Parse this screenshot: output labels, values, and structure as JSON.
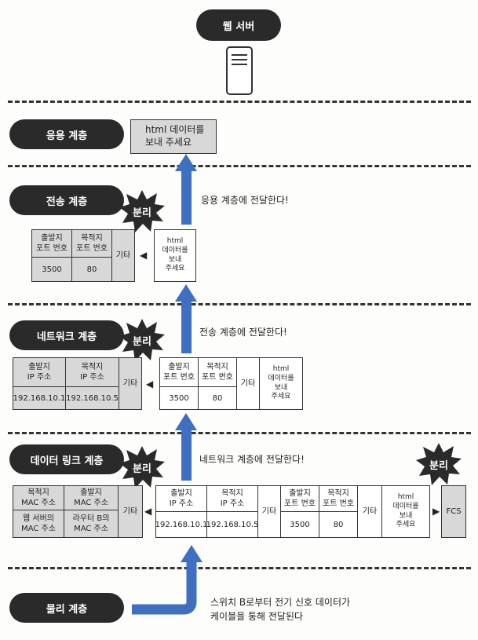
{
  "web_server": "웹 서버",
  "layers": {
    "application": "응용 계층",
    "transport": "전송 계층",
    "network": "네트워크 계층",
    "datalink": "데이터 링크 계층",
    "physical": "물리 계층"
  },
  "separate": "분리",
  "app_message": {
    "line1": "html 데이터를",
    "line2": "보내 주세요"
  },
  "notes": {
    "to_application": "응용 계층에 전달한다!",
    "to_transport": "전송 계층에 전달한다!",
    "to_network": "네트워크 계층에 전달한다!",
    "physical_line1": "스위치 B로부터 전기 신호 데이터가",
    "physical_line2": "케이블을 통해 전달된다"
  },
  "fields": {
    "src_port_1": "출발지",
    "src_port_2": "포트 번호",
    "dst_port_1": "목적지",
    "dst_port_2": "포트 번호",
    "src_ip_1": "출발지",
    "src_ip_2": "IP 주소",
    "dst_ip_1": "목적지",
    "dst_ip_2": "IP 주소",
    "dst_mac_1": "목적지",
    "dst_mac_2": "MAC 주소",
    "src_mac_1": "출발지",
    "src_mac_2": "MAC 주소",
    "web_mac_1": "웹 서버의",
    "web_mac_2": "MAC 주소",
    "router_mac_1": "라우터 B의",
    "router_mac_2": "MAC 주소",
    "other": "기타",
    "fcs": "FCS",
    "html_1": "html",
    "html_2": "데이터를",
    "html_3": "보내",
    "html_4": "주세요"
  },
  "values": {
    "src_port": "3500",
    "dst_port": "80",
    "src_ip": "192.168.10.1",
    "dst_ip": "192.168.10.5"
  },
  "colors": {
    "arrow": "#3f6fc0",
    "header_fill": "#d8d8d8",
    "pill": "#2a2a2a"
  }
}
